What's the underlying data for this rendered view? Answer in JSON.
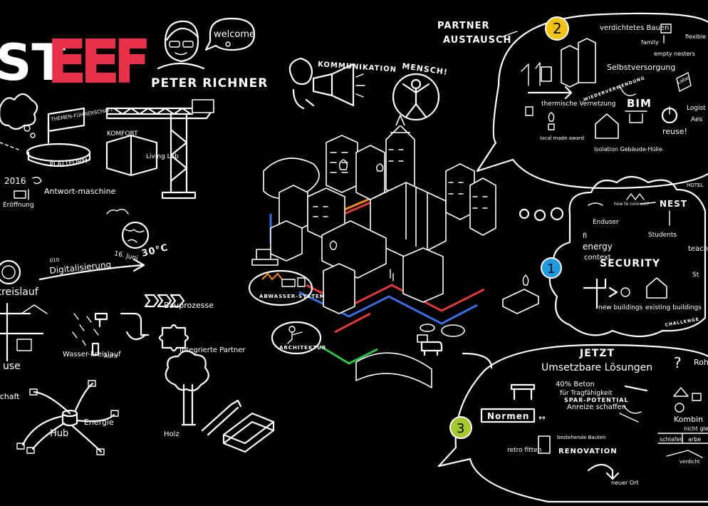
{
  "logo": {
    "fragment": "ST",
    "accent": "EEF",
    "color": "#e8304b"
  },
  "speaker": {
    "name": "PETER RICHNER",
    "bubble": "welcome"
  },
  "left": {
    "themen": "THEMEN-FÜHRERSCHAFT",
    "plattform": "PLATTFORM",
    "year": "2016",
    "eroeffnung": "Eröffnung",
    "antwort": "Antwort-maschine",
    "komfort": "KOMFORT",
    "living_lab": "Living Lab",
    "date": "16. Juni",
    "temp": "30°C",
    "digital": "Digitalisierung",
    "kreislauf": "kreislauf",
    "bauprozesse": "Bauprozesse",
    "wasser": "Wasser-kreislauf",
    "aura": "Aura",
    "integrierte": "Integrierte Partner",
    "haus": "use",
    "schaft": "schaft",
    "hub": "Hub",
    "energie": "Energie",
    "holz": "Holz"
  },
  "center": {
    "kommunikation": "KOMMUNIKATION",
    "mensch": "MENSCH!",
    "abwasser": "ABWASSER-SYSTEM",
    "architektur": "ARCHITEKTUR"
  },
  "bubble2": {
    "title_line1": "PARTNER",
    "title_line2": "AUSTAUSCH",
    "number": "2",
    "verdichtetes": "verdichtetes Bauen",
    "family": "family",
    "empty": "empty nesters",
    "flexible": "flexible mod. Raum",
    "selbst": "Selbstversorgung",
    "thermische": "thermische Vernetzung",
    "wiederverwendung": "WIEDERVERWENDUNG",
    "bim": "BIM",
    "label": "Label",
    "local": "local made award",
    "isolation": "Isolation Gebäude-Hülle",
    "reuse": "reuse!",
    "logist": "Logist",
    "aes": "Aes"
  },
  "bubble1": {
    "number": "1",
    "enduser": "Enduser",
    "nest": "NEST",
    "students": "Students",
    "energy": "energy",
    "context": "context",
    "security": "SECURITY",
    "new_b": "new buildings",
    "existing_b": "existing buildings",
    "challenge": "CHALLENGE",
    "hotel": "HOTEL",
    "teach": "teach",
    "st": "St"
  },
  "bubble3": {
    "number": "3",
    "jetzt": "JETZT",
    "umsetzbar": "Umsetzbare Lösungen",
    "beton": "40% Beton",
    "trag": "für Tragfähigkeit",
    "spar": "SPAR-POTENTIAL",
    "normen": "Normen",
    "anreize": "Anreize schaffen",
    "bestehende": "bestehende Bauten",
    "renovation": "RENOVATION",
    "retro": "retro fitten",
    "neuer": "neuer Ort",
    "kombi": "Kombin",
    "nicht": "nicht gle",
    "schlafen": "schlafen",
    "arbe": "arbe",
    "verdicht": "verdicht",
    "roh": "Roh"
  },
  "colors": {
    "yellow": "#f2c40f",
    "blue": "#1e9be0",
    "green": "#a5c92a",
    "red": "#e8304b",
    "pipe_red": "#e23a3a",
    "pipe_blue": "#3a6ee2",
    "pipe_green": "#2ec24a",
    "pipe_orange": "#f08a1e"
  }
}
